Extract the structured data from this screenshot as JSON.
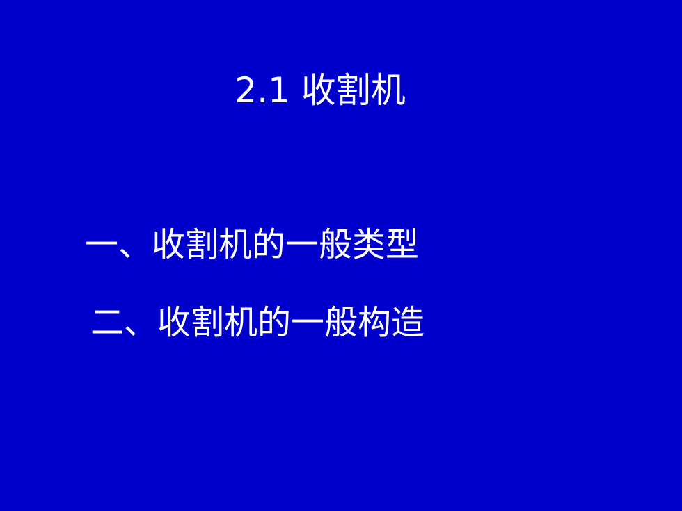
{
  "slide": {
    "title": "2.1 收割机",
    "items": [
      "一、收割机的一般类型",
      "二、收割机的一般构造"
    ]
  },
  "colors": {
    "background": "#0000cc",
    "text": "#ffffff"
  }
}
